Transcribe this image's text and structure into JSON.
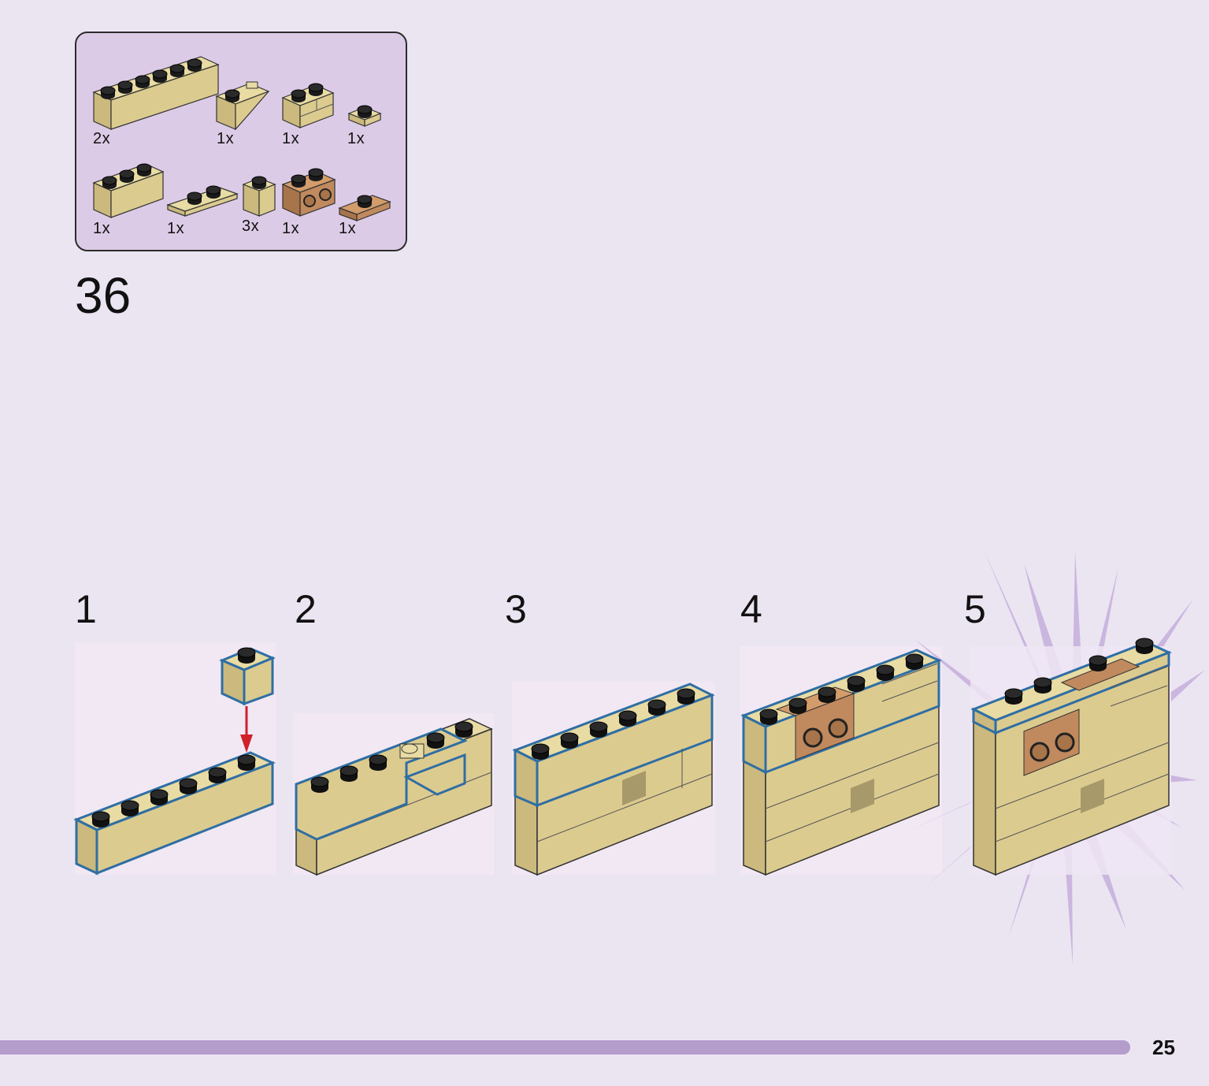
{
  "parts_list": {
    "row1": [
      "2x",
      "1x",
      "1x",
      "1x"
    ],
    "row2": [
      "1x",
      "1x",
      "3x",
      "1x",
      "1x"
    ]
  },
  "step": {
    "number": "36"
  },
  "substeps": [
    "1",
    "2",
    "3",
    "4",
    "5"
  ],
  "page": {
    "number": "25"
  },
  "colors": {
    "background": "#ebe5f2",
    "tan": "#dccb8f",
    "nougat": "#c08a5e",
    "highlight": "#2f6ea3",
    "arrow": "#d0202a",
    "accent": "#b49ccb"
  },
  "icons": [
    "tan-brick-1x6-icon",
    "inverted-slope-icon",
    "masonry-brick-icon",
    "tan-plate-1x1-icon",
    "tan-brick-1x3-icon",
    "tan-tile-jumper-icon",
    "tan-brick-1x1-icon",
    "nougat-brick-studs-icon",
    "nougat-jumper-plate-icon",
    "down-arrow-icon",
    "burst-icon"
  ]
}
